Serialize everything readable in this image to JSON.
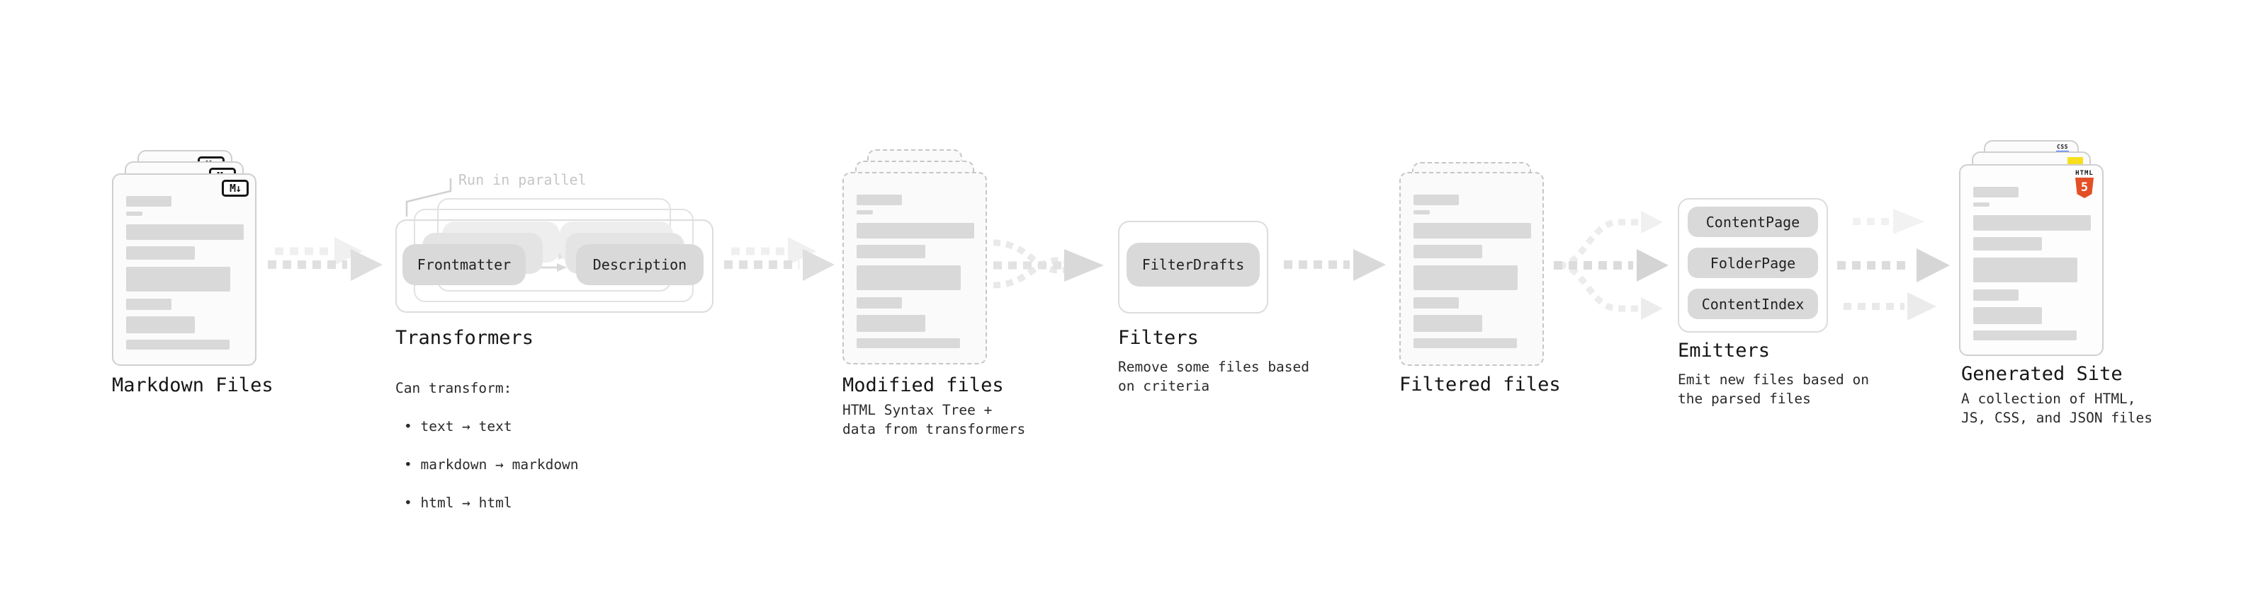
{
  "nodes": {
    "markdown": {
      "label": "Markdown Files",
      "icon_label": "M↓"
    },
    "transformers": {
      "label": "Transformers",
      "note": "Run in parallel",
      "pill_a": "Frontmatter",
      "pill_b": "Description",
      "desc_title": "Can transform:",
      "bullets": [
        "• text → text",
        "• markdown → markdown",
        "• html → html"
      ]
    },
    "modified": {
      "label": "Modified files",
      "desc": "HTML Syntax Tree +\ndata from transformers"
    },
    "filters": {
      "label": "Filters",
      "pill": "FilterDrafts",
      "desc": "Remove some files based\non criteria"
    },
    "filtered": {
      "label": "Filtered files"
    },
    "emitters": {
      "label": "Emitters",
      "pills": [
        "ContentPage",
        "FolderPage",
        "ContentIndex"
      ],
      "desc": "Emit new files based on\nthe parsed files"
    },
    "generated": {
      "label": "Generated Site",
      "desc": "A collection of HTML,\nJS, CSS, and JSON files",
      "html5_text": "HTML",
      "html5_number": "5",
      "css_text": "CSS"
    }
  },
  "colors": {
    "html5_orange": "#e34f26",
    "js_yellow": "#f7df1e",
    "css_blue": "#2962ff",
    "bar_gray": "#d9d9d9",
    "pill_gray": "#d9d9d9",
    "arrow_gray": "#dcdcdc",
    "note_gray": "#c6c6c6",
    "text_dark": "#1c1c1c"
  }
}
